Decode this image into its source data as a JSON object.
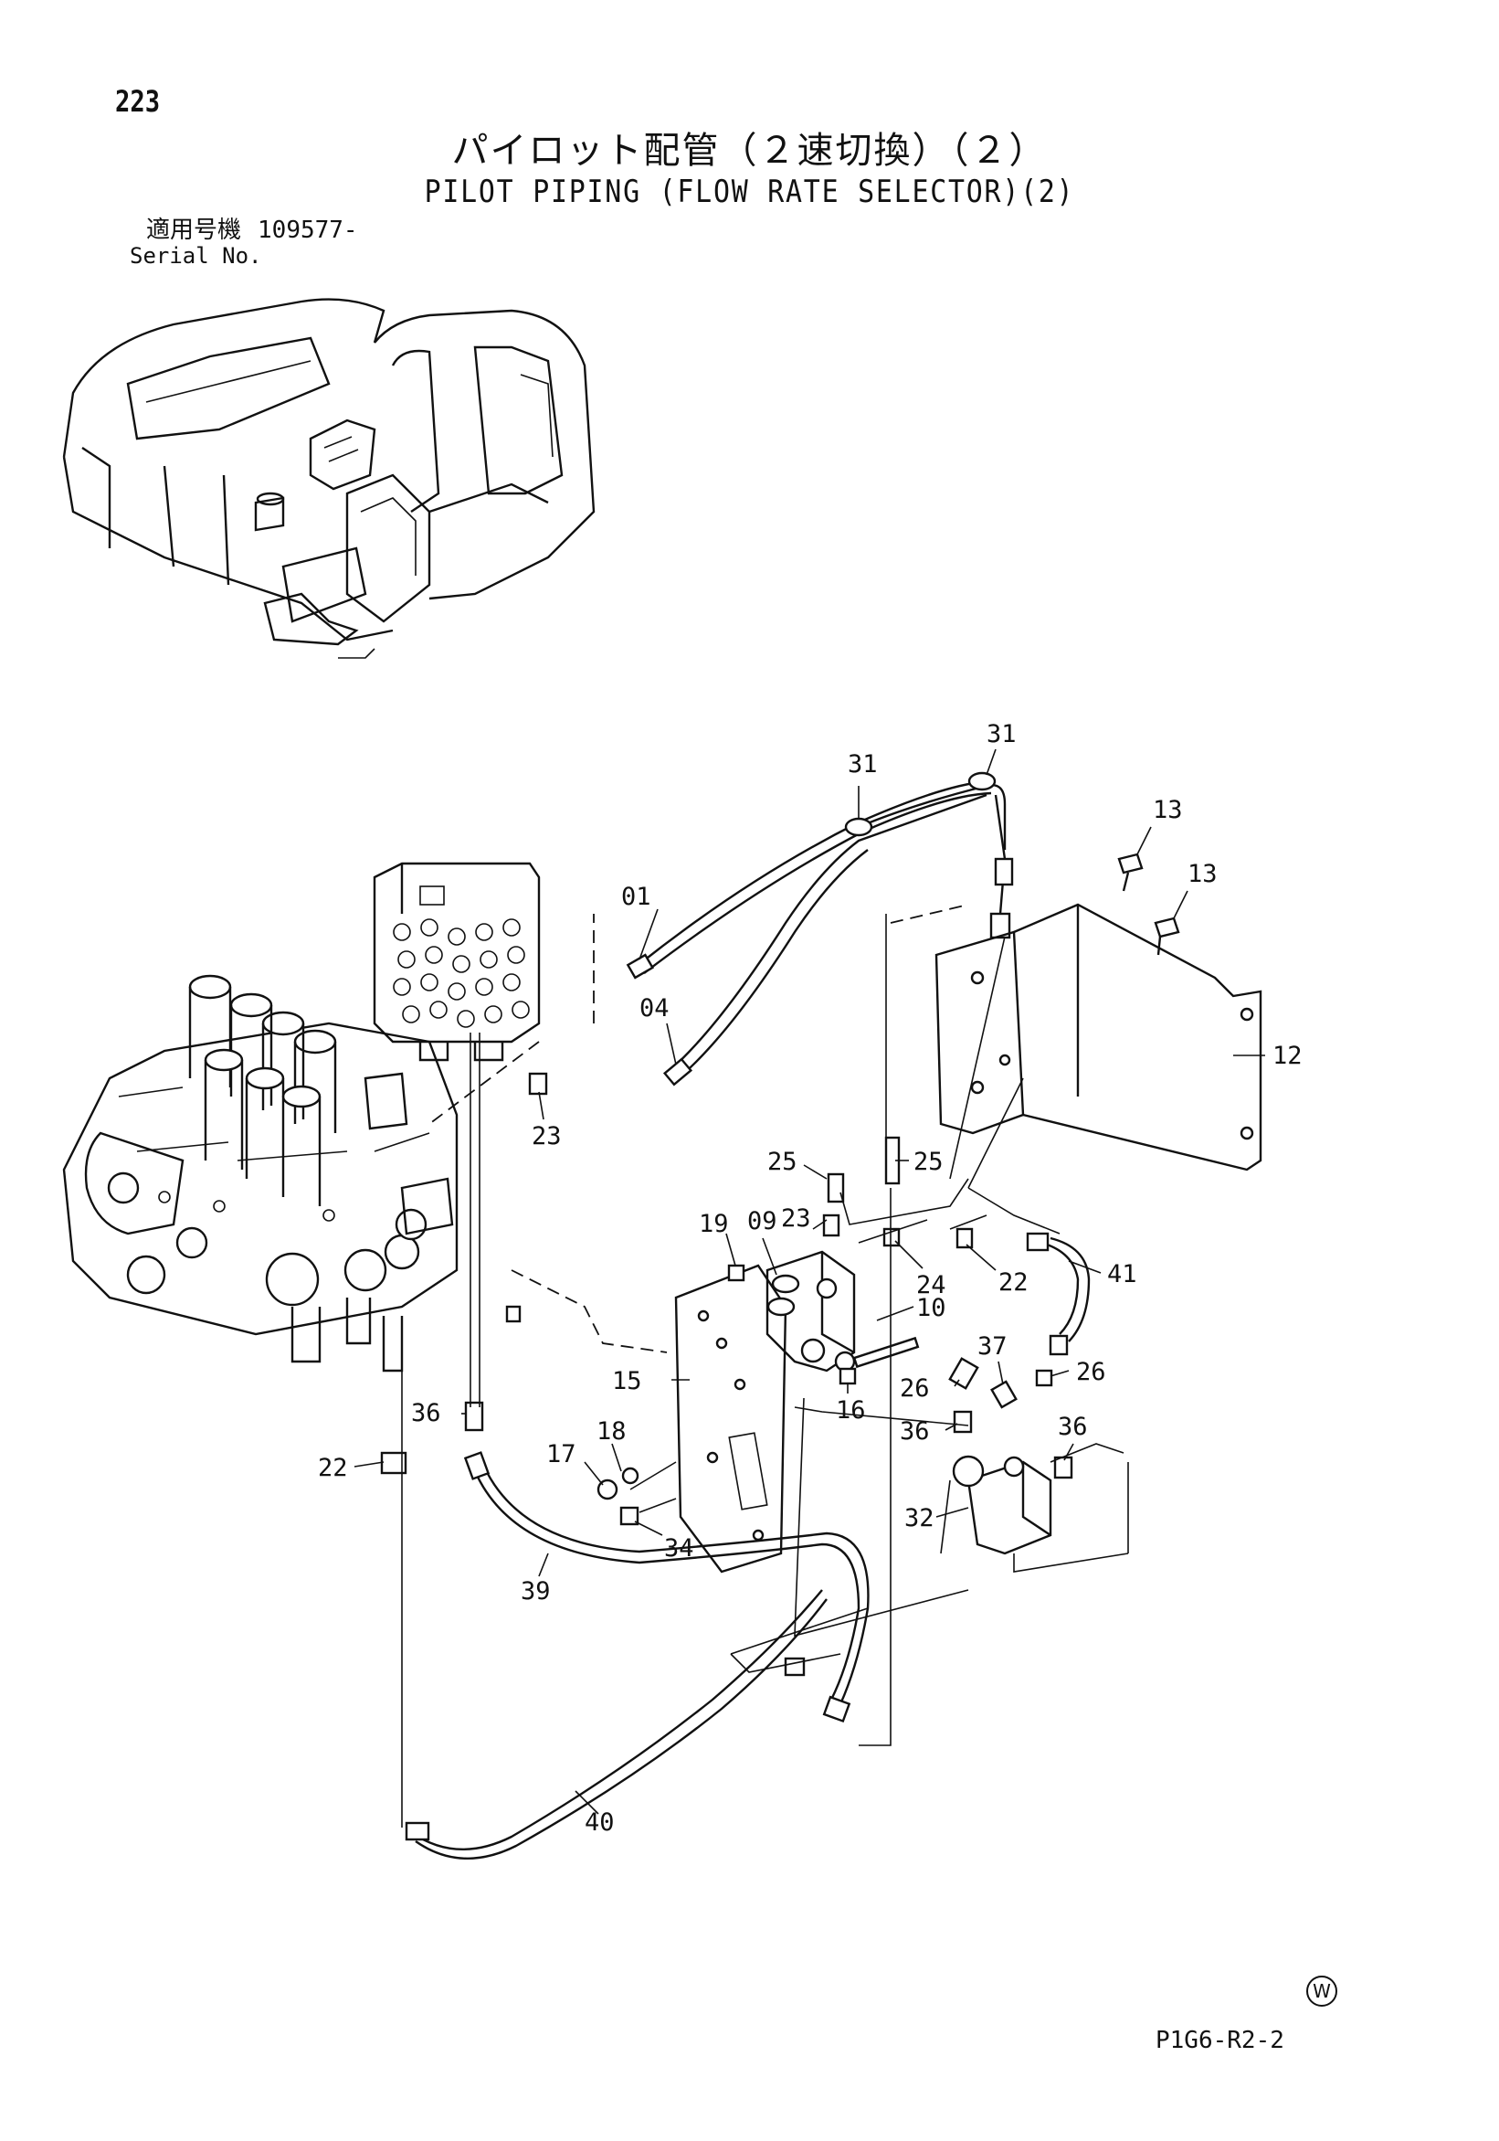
{
  "header": {
    "page_number": "223",
    "title_ja": "パイロット配管（２速切換）（２）",
    "title_en": "PILOT PIPING (FLOW RATE SELECTOR)(2)",
    "serial_label_ja": "適用号機",
    "serial_label_en": "Serial No.",
    "serial_value": "109577-"
  },
  "callouts": [
    "31",
    "31",
    "13",
    "13",
    "01",
    "04",
    "12",
    "23",
    "25",
    "25",
    "19",
    "09",
    "23",
    "24",
    "22",
    "41",
    "10",
    "15",
    "16",
    "37",
    "26",
    "26",
    "36",
    "36",
    "18",
    "17",
    "22",
    "36",
    "32",
    "34",
    "39",
    "40"
  ],
  "footer": {
    "watermark_symbol": "W",
    "drawing_code": "P1G6-R2-2"
  }
}
